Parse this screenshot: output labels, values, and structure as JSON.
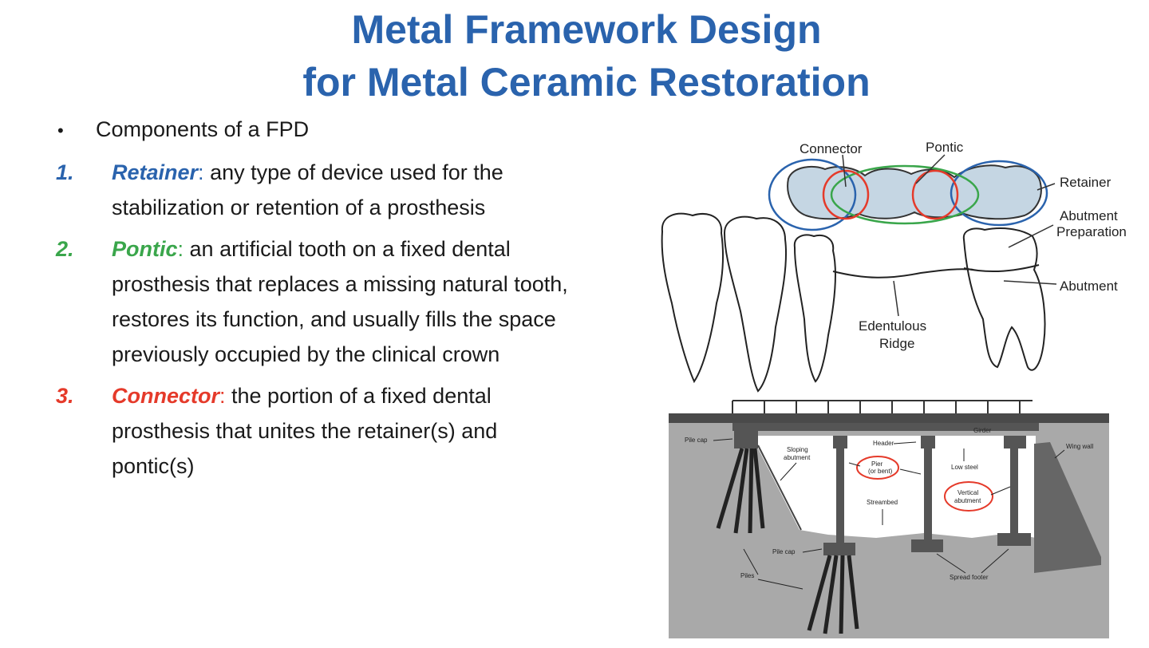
{
  "title": {
    "line1": "Metal Framework Design",
    "line2": "for Metal Ceramic Restoration"
  },
  "intro": "Components of a FPD",
  "items": [
    {
      "num": "1.",
      "term": "Retainer",
      "sep": ":",
      "text": " any type of device used for the stabilization or retention of a prosthesis",
      "color": "#2a63ad"
    },
    {
      "num": "2.",
      "term": "Pontic",
      "sep": ":",
      "text": " an artificial tooth on a fixed dental prosthesis that replaces a missing natural tooth, restores its function, and usually fills the space previously occupied by the clinical crown",
      "color": "#3aa64b"
    },
    {
      "num": "3.",
      "term": "Connector",
      "sep": ":",
      "text": " the portion of a fixed dental prosthesis that unites the retainer(s) and pontic(s)",
      "color": "#e53a2a"
    }
  ],
  "dental_figure": {
    "labels": {
      "connector": "Connector",
      "pontic": "Pontic",
      "retainer": "Retainer",
      "abutment_prep_1": "Abutment",
      "abutment_prep_2": "Preparation",
      "abutment": "Abutment",
      "ridge_1": "Edentulous",
      "ridge_2": "Ridge"
    }
  },
  "bridge_figure": {
    "labels": {
      "pile_cap_left": "Pile cap",
      "sloping_1": "Sloping",
      "sloping_2": "abutment",
      "header": "Header",
      "girder": "Girder",
      "low_steel": "Low steel",
      "wing_wall": "Wing wall",
      "pier_1": "Pier",
      "pier_2": "(or bent)",
      "vertical_1": "Vertical",
      "vertical_2": "abutment",
      "streambed": "Streambed",
      "pile_cap_center": "Pile cap",
      "piles": "Piles",
      "spread_footer": "Spread footer"
    }
  },
  "colors": {
    "title": "#2a63ad",
    "blue": "#2a63ad",
    "green": "#3aa64b",
    "red": "#e53a2a"
  }
}
